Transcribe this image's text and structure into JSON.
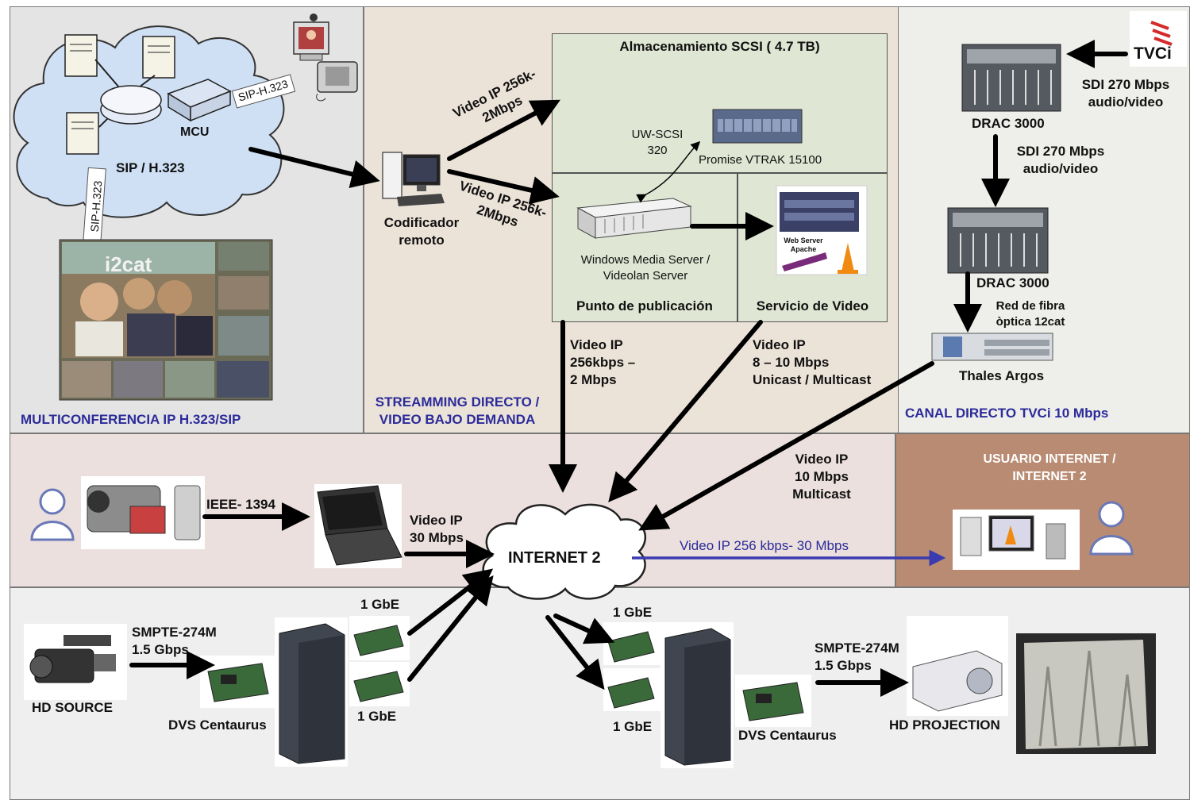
{
  "colors": {
    "panel_gray": "#e4e4e4",
    "panel_beige": "#ece3d8",
    "panel_light": "#eeeeea",
    "panel_pink": "#ebe0dd",
    "panel_brown": "#b88b72",
    "panel_bottom": "#efefef",
    "green_box": "#dfe6d3",
    "cloud": "#cfe0f5",
    "accent_blue": "#2b2b9a"
  },
  "sections": {
    "multiconf": "MULTICONFERENCIA IP H.323/SIP",
    "streaming": "STREAMMING DIRECTO /\nVIDEO BAJO DEMANDA",
    "tvci": "CANAL DIRECTO TVCi 10 Mbps",
    "usuario": "USUARIO INTERNET /\nINTERNET 2"
  },
  "multiconf": {
    "mcu": "MCU",
    "sip_h323": "SIP / H.323",
    "sip_label_1": "SIP-H.323",
    "sip_label_2": "SIP-H.323",
    "video_brand": "i2cat"
  },
  "streaming": {
    "encoder": "Codificador\nremoto",
    "link_up": "Video IP 256k-\n2Mbps",
    "link_down": "Video IP 256k-\n2Mbps",
    "storage_title": "Almacenamiento SCSI ( 4.7 TB)",
    "uw_scsi": "UW-SCSI\n320",
    "promise": "Promise VTRAK 15100",
    "wms": "Windows Media Server /\nVideolan Server",
    "punto": "Punto de publicación",
    "servicio": "Servicio de Video",
    "webserver": "Web Server\nApache",
    "out_left": "Video IP\n256kbps –\n2 Mbps",
    "out_right": "Video IP\n8 – 10 Mbps\nUnicast / Multicast"
  },
  "tvci": {
    "logo": "TVCi",
    "sdi_top": "SDI 270 Mbps\naudio/video",
    "drac1": "DRAC 3000",
    "sdi_mid": "SDI 270 Mbps\naudio/video",
    "drac2": "DRAC 3000",
    "fibra": "Red de fibra\nòptica 12cat",
    "thales": "Thales Argos",
    "multicast": "Video IP\n10 Mbps\nMulticast"
  },
  "middle": {
    "ieee": "IEEE- 1394",
    "video30": "Video IP\n30 Mbps",
    "internet2": "INTERNET 2",
    "to_user": "Video IP 256 kbps- 30  Mbps"
  },
  "bottom": {
    "smpte_left": "SMPTE-274M\n1.5 Gbps",
    "hd_source": "HD SOURCE",
    "dvs_left": "DVS Centaurus",
    "gbe_l1": "1 GbE",
    "gbe_l2": "1 GbE",
    "gbe_r1": "1 GbE",
    "gbe_r2": "1 GbE",
    "dvs_right": "DVS Centaurus",
    "smpte_right": "SMPTE-274M\n1.5 Gbps",
    "hd_projection": "HD PROJECTION"
  }
}
